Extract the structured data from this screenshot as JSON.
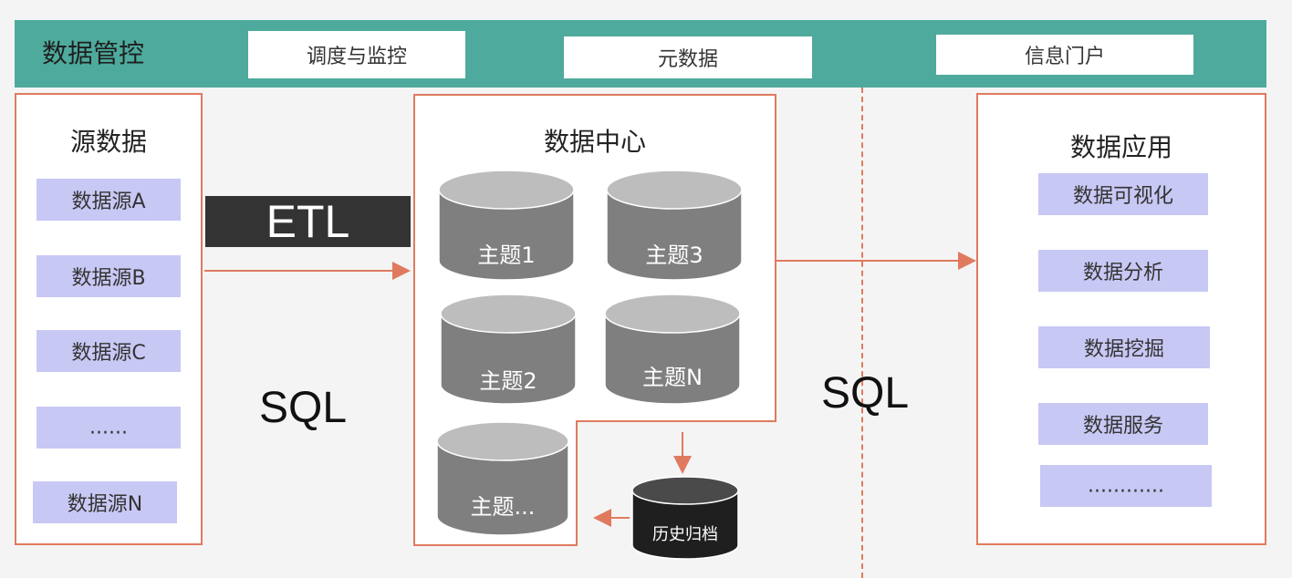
{
  "top_bar": {
    "title": "数据管控",
    "boxes": [
      "调度与监控",
      "元数据",
      "信息门户"
    ]
  },
  "source_panel": {
    "title": "源数据",
    "items": [
      "数据源A",
      "数据源B",
      "数据源C",
      "......",
      "数据源N"
    ]
  },
  "etl_label": "ETL",
  "sql_left": "SQL",
  "sql_right": "SQL",
  "data_center": {
    "title": "数据中心",
    "topics": [
      "主题1",
      "主题3",
      "主题2",
      "主题N",
      "主题..."
    ]
  },
  "archive_label": "历史归档",
  "app_panel": {
    "title": "数据应用",
    "items": [
      "数据可视化",
      "数据分析",
      "数据挖掘",
      "数据服务",
      "............"
    ]
  },
  "colors": {
    "top_bar": "#4eaa9c",
    "panel_border": "#e07a5f",
    "item_fill": "#c8c8f5",
    "cylinder_gray": "#7f7f7f",
    "archive_dark": "#2a2a2a"
  }
}
